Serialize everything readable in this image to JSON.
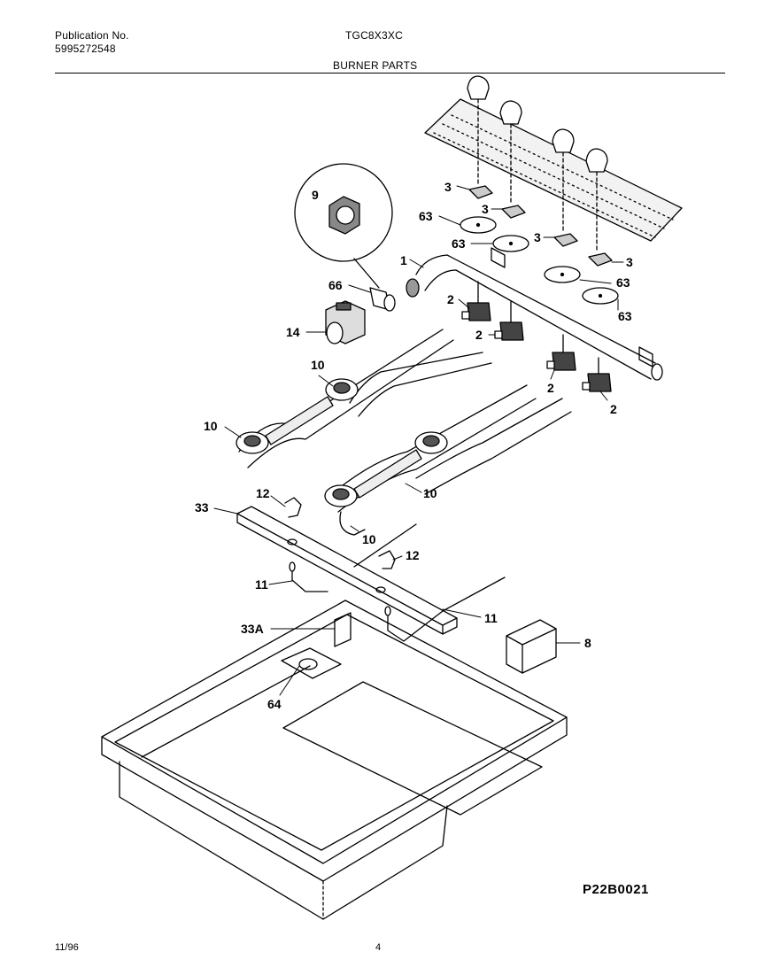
{
  "header": {
    "publication_label": "Publication No.",
    "publication_number": "5995272548",
    "model": "TGC8X3XC",
    "section_title": "BURNER  PARTS"
  },
  "callouts": {
    "c1": "1",
    "c2a": "2",
    "c2b": "2",
    "c2c": "2",
    "c2d": "2",
    "c3a": "3",
    "c3b": "3",
    "c3c": "3",
    "c3d": "3",
    "c8": "8",
    "c9": "9",
    "c10a": "10",
    "c10b": "10",
    "c10c": "10",
    "c10d": "10",
    "c11a": "11",
    "c11b": "11",
    "c12a": "12",
    "c12b": "12",
    "c14": "14",
    "c33": "33",
    "c33a": "33A",
    "c63a": "63",
    "c63b": "63",
    "c63c": "63",
    "c63d": "63",
    "c64": "64",
    "c66": "66"
  },
  "drawing_code": "P22B0021",
  "footer": {
    "date": "11/96",
    "page": "4"
  }
}
